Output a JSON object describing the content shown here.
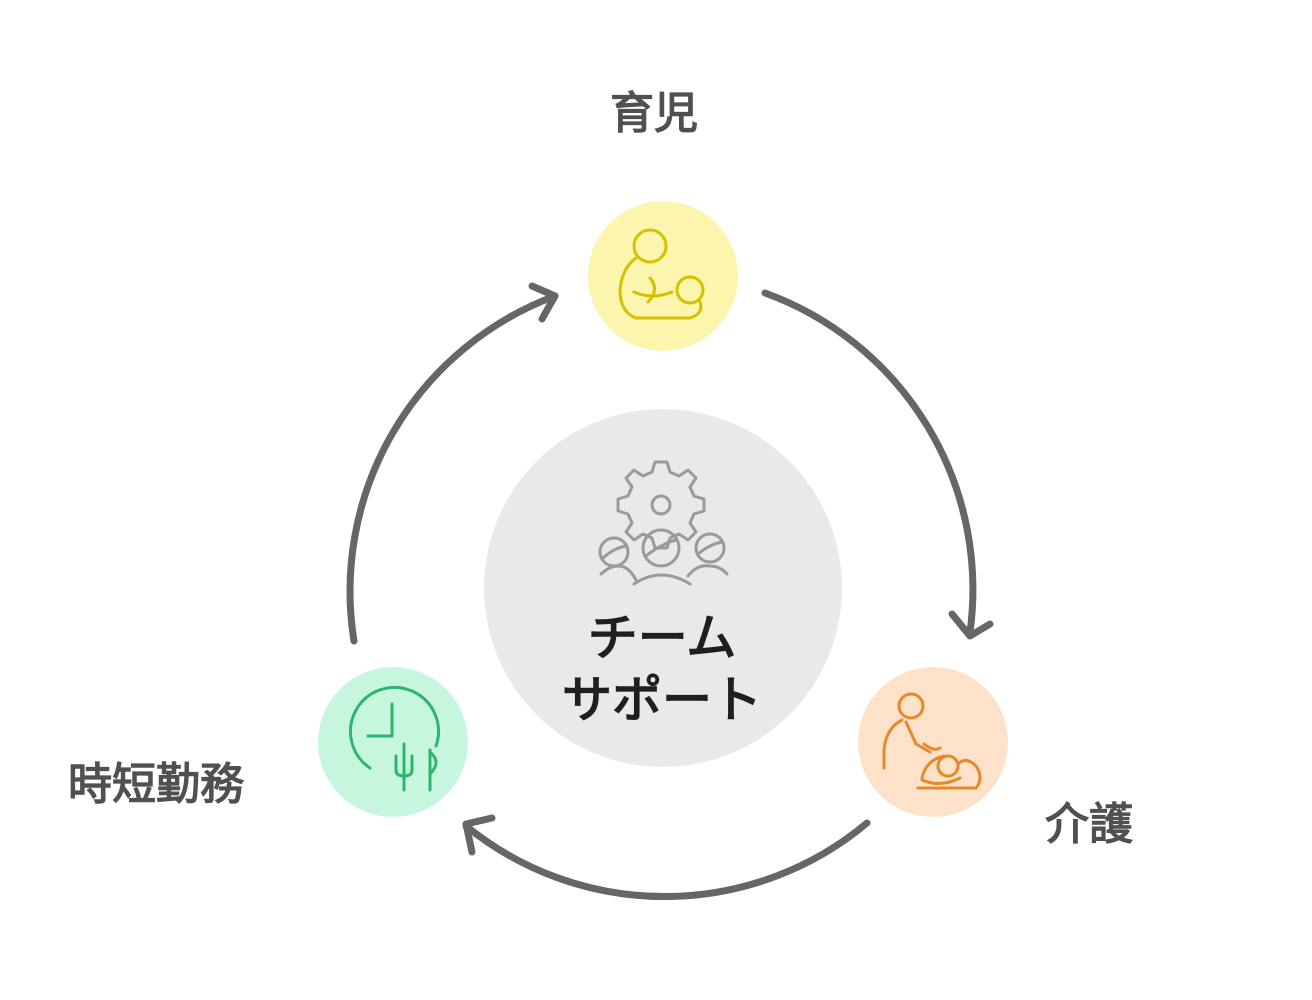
{
  "diagram": {
    "center": {
      "line1": "チーム",
      "line2": "サポート",
      "icon": "team-gear-icon",
      "color": "#e9e9e9"
    },
    "nodes": [
      {
        "id": "ikuji",
        "label": "育児",
        "icon": "breastfeeding-icon",
        "color": "#fbf5ad",
        "stroke": "#d6c100"
      },
      {
        "id": "kaigo",
        "label": "介護",
        "icon": "caregiver-icon",
        "color": "#fde1c8",
        "stroke": "#e58a2a"
      },
      {
        "id": "jitan",
        "label": "時短勤務",
        "icon": "clock-plant-icon",
        "color": "#c6f7de",
        "stroke": "#2fb56b"
      }
    ],
    "arrow_color": "#666666"
  }
}
